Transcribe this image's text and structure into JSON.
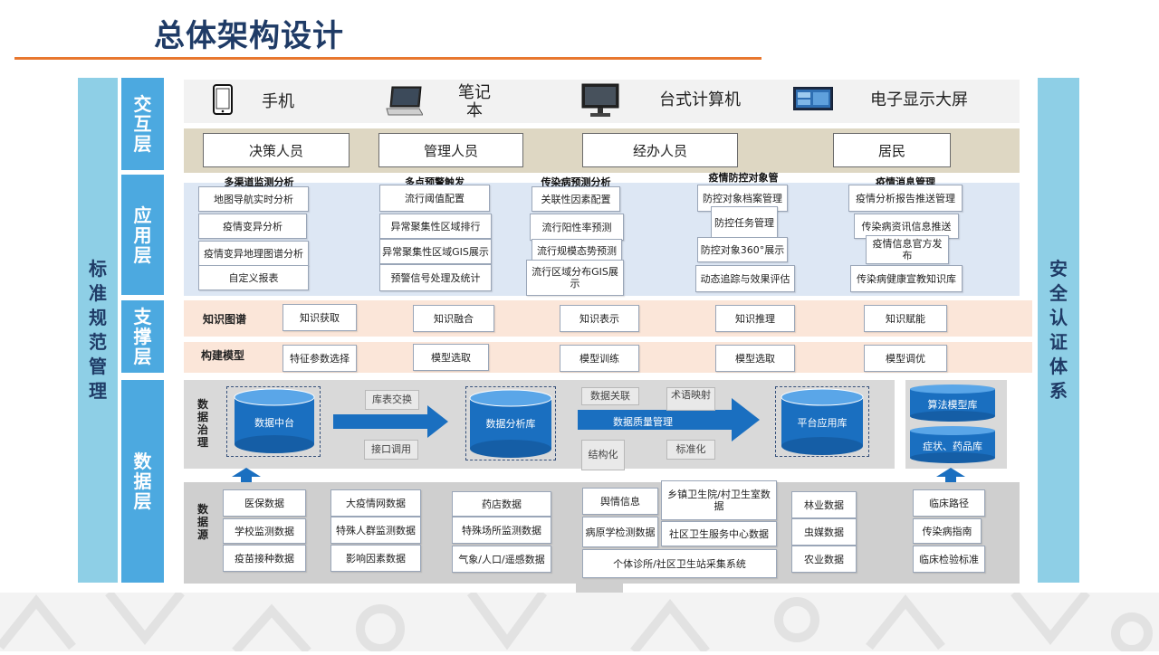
{
  "title": "总体架构设计",
  "left_column": "标准规范管理",
  "right_column": "安全认证体系",
  "layers": {
    "interact": "交互层",
    "app": "应用层",
    "support": "支撑层",
    "data": "数据层"
  },
  "devices": [
    {
      "name": "手机",
      "icon": "phone-icon"
    },
    {
      "name": "笔记本",
      "icon": "laptop-icon"
    },
    {
      "name": "台式计算机",
      "icon": "desktop-icon"
    },
    {
      "name": "电子显示大屏",
      "icon": "screen-icon"
    }
  ],
  "roles": [
    "决策人员",
    "管理人员",
    "经办人员",
    "居民"
  ],
  "app_groups": [
    {
      "title": "多渠道监测分析",
      "items": [
        "地图导航实时分析",
        "疫情变异分析",
        "疫情变异地理图谱分析",
        "自定义报表"
      ]
    },
    {
      "title": "多点预警触发",
      "items": [
        "流行阈值配置",
        "异常聚集性区域排行",
        "异常聚集性区域GIS展示",
        "预警信号处理及统计"
      ]
    },
    {
      "title": "传染病预测分析",
      "items": [
        "关联性因素配置",
        "流行阳性率预测",
        "流行规模态势预测",
        "流行区域分布GIS展示"
      ]
    },
    {
      "title": "疫情防控对象管",
      "items": [
        "防控对象档案管理",
        "防控任务管理",
        "防控对象360°展示",
        "动态追踪与效果评估"
      ]
    },
    {
      "title": "疫情消息管理",
      "items": [
        "疫情分析报告推送管理",
        "传染病资讯信息推送",
        "疫情信息官方发布",
        "传染病健康宣教知识库"
      ]
    }
  ],
  "support": {
    "kg_label": "知识图谱",
    "kg_items": [
      "知识获取",
      "知识融合",
      "知识表示",
      "知识推理",
      "知识赋能"
    ],
    "model_label": "构建模型",
    "model_items": [
      "特征参数选择",
      "模型选取",
      "模型训练",
      "模型选取",
      "模型调优"
    ]
  },
  "governance": {
    "label": "数据治理",
    "cyl1": "数据中台",
    "tag_exchange": "库表交换",
    "tag_api": "接口调用",
    "cyl2": "数据分析库",
    "tag_assoc": "数据关联",
    "tag_term": "术语映射",
    "arrow_label": "数据质量管理",
    "tag_struct": "结构化",
    "tag_std": "标准化",
    "cyl3": "平台应用库",
    "lib1": "算法模型库",
    "lib2": "症状、药品库"
  },
  "sources": {
    "label": "数据源",
    "col1": [
      "医保数据",
      "学校监测数据",
      "疫苗接种数据"
    ],
    "col2": [
      "大疫情网数据",
      "特殊人群监测数据",
      "影响因素数据"
    ],
    "col3": [
      "药店数据",
      "特殊场所监测数据",
      "气象/人口/遥感数据"
    ],
    "col4a": [
      "舆情信息",
      "病原学检测数据"
    ],
    "col4b": [
      "乡镇卫生院/村卫生室数据",
      "社区卫生服务中心数据"
    ],
    "col4_wide": "个体诊所/社区卫生站采集系统",
    "col5": [
      "林业数据",
      "虫媒数据",
      "农业数据"
    ],
    "col6": [
      "临床路径",
      "传染病指南",
      "临床检验标准"
    ]
  },
  "colors": {
    "accent": "#e8772e",
    "title": "#1f3b66",
    "layer": "#4ca9e0",
    "side": "#8ecfe6",
    "cylinder": "#1a6fc0"
  }
}
